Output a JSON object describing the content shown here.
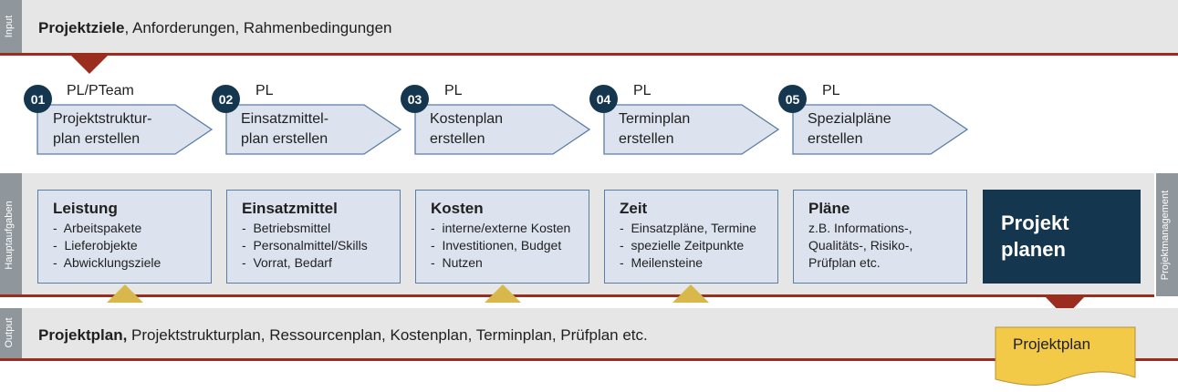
{
  "input": {
    "side_label": "Input",
    "title_bold": "Projektziele",
    "title_rest": ", Anforderungen, Rahmenbedingungen"
  },
  "steps": [
    {
      "num": "01",
      "role": "PL/PTeam",
      "line1": "Projektstruktur-",
      "line2": "plan erstellen"
    },
    {
      "num": "02",
      "role": "PL",
      "line1": "Einsatzmittel-",
      "line2": "plan erstellen"
    },
    {
      "num": "03",
      "role": "PL",
      "line1": "Kostenplan",
      "line2": "erstellen"
    },
    {
      "num": "04",
      "role": "PL",
      "line1": "Terminplan",
      "line2": "erstellen"
    },
    {
      "num": "05",
      "role": "PL",
      "line1": "Spezialpläne",
      "line2": "erstellen"
    }
  ],
  "tasks": {
    "side_label": "Hauptaufgaben",
    "right_label": "Projektmanagement",
    "cards": [
      {
        "title": "Leistung",
        "items": [
          "Arbeitspakete",
          "Lieferobjekte",
          "Abwicklungsziele"
        ]
      },
      {
        "title": "Einsatzmittel",
        "items": [
          "Betriebsmittel",
          "Personalmittel/Skills",
          "Vorrat, Bedarf"
        ]
      },
      {
        "title": "Kosten",
        "items": [
          "interne/externe Kosten",
          "Investitionen, Budget",
          "Nutzen"
        ]
      },
      {
        "title": "Zeit",
        "items": [
          "Einsatzpläne, Termine",
          "spezielle Zeitpunkte",
          "Meilensteine"
        ]
      },
      {
        "title": "Pläne",
        "items": [
          "z.B. Informations-,",
          "Qualitäts-, Risiko-,",
          "Prüfplan etc."
        ]
      }
    ],
    "summary": {
      "line1": "Projekt",
      "line2": "planen"
    }
  },
  "output": {
    "side_label": "Output",
    "title_bold": "Projektplan,",
    "title_rest": " Projektstrukturplan, Ressourcenplan, Kostenplan, Terminplan, Prüfplan etc.",
    "document_label": "Projektplan"
  },
  "colors": {
    "dark_navy": "#14364f",
    "accent_red": "#9b2d1e",
    "card_fill": "#dce3ef",
    "marker_gold": "#d8b84a",
    "document_yellow": "#f3c948"
  }
}
